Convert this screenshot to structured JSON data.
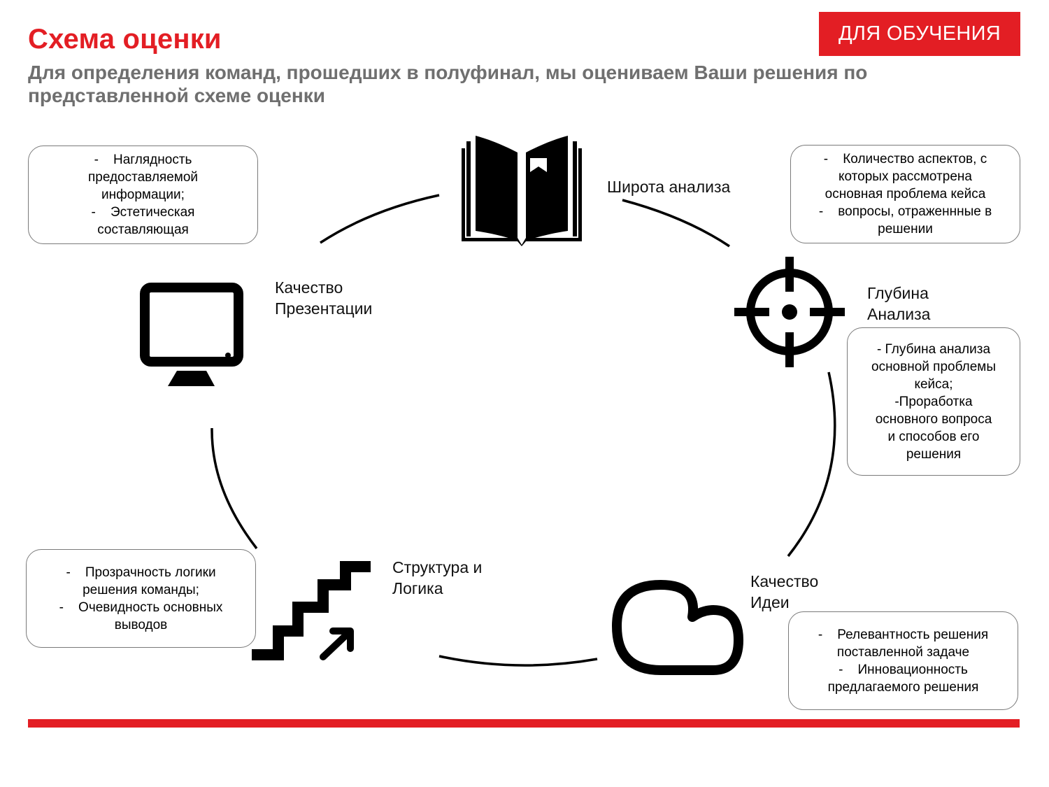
{
  "header": {
    "title": "Схема оценки",
    "badge": "ДЛЯ ОБУЧЕНИЯ",
    "subtitle": "Для определения команд, прошедших в полуфинал, мы оцениваем Ваши решения по представленной схеме оценки"
  },
  "colors": {
    "accent": "#e31e24",
    "subtitle": "#6f6f6f"
  },
  "nodes": {
    "breadth": {
      "icon": "open-book-icon",
      "label": [
        "Широта анализа"
      ],
      "criteria": [
        "-    Количество аспектов, с",
        "которых рассмотрена",
        "основная проблема кейса",
        "-    вопросы, отраженнные в",
        "решении"
      ]
    },
    "depth": {
      "icon": "crosshair-icon",
      "label": [
        "Глубина",
        "Анализа"
      ],
      "criteria": [
        "- Глубина анализа",
        "основной проблемы",
        "кейса;",
        "-Проработка",
        "основного вопроса",
        "и способов его",
        "решения"
      ]
    },
    "idea": {
      "icon": "cloud-icon",
      "label": [
        "Качество",
        "Идеи"
      ],
      "criteria": [
        "-    Релевантность решения",
        "поставленной задаче",
        "-    Инновационность",
        "предлагаемого решения"
      ]
    },
    "logic": {
      "icon": "stairs-arrow-icon",
      "label": [
        "Структура и",
        "Логика"
      ],
      "criteria": [
        "-    Прозрачность логики",
        "решения команды;",
        "-    Очевидность основных",
        "выводов"
      ]
    },
    "presentation": {
      "icon": "monitor-icon",
      "label": [
        "Качество",
        "Презентации"
      ],
      "criteria": [
        "-    Наглядность",
        "предоставляемой",
        "информации;",
        "-    Эстетическая",
        "составляющая"
      ]
    }
  }
}
